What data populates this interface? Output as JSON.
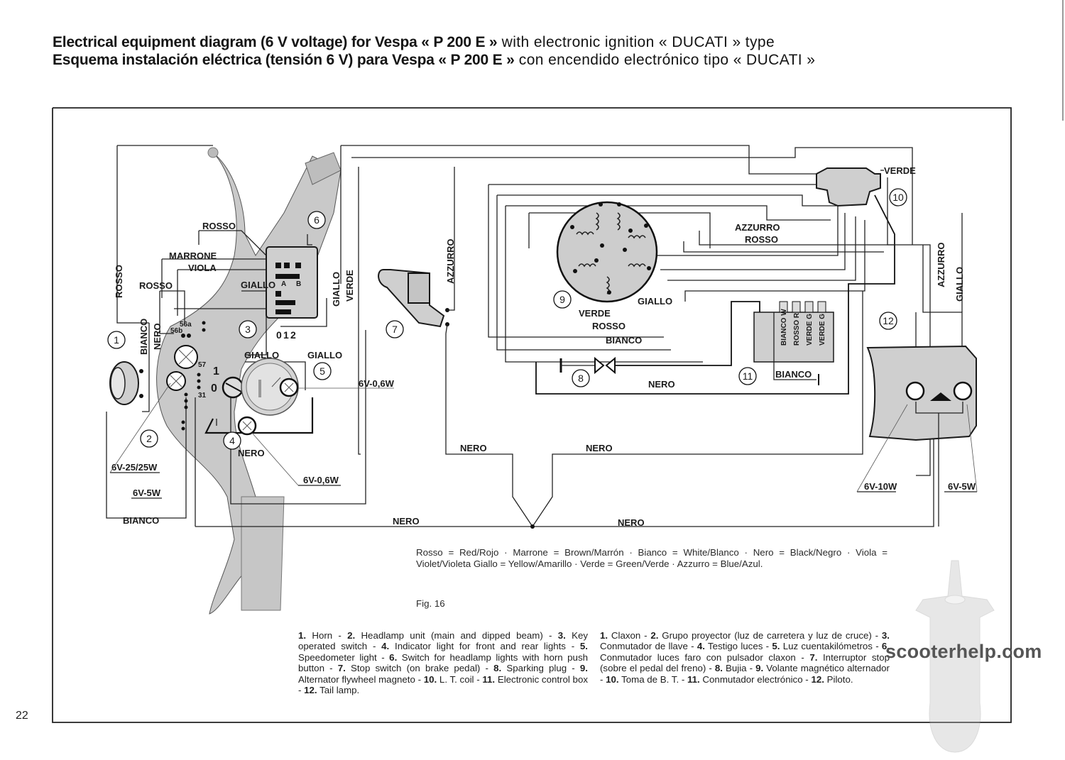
{
  "title": {
    "line1_bold": "Electrical equipment diagram (6 V voltage) for Vespa « P 200 E »",
    "line1_normal": " with electronic ignition « DUCATI » type",
    "line2_bold": "Esquema instalación eléctrica (tensión 6 V) para Vespa « P 200 E »",
    "line2_normal": " con encendido electrónico tipo « DUCATI »"
  },
  "page_number": "22",
  "figure_label": "Fig. 16",
  "color_legend": "Rosso = Red/Rojo · Marrone = Brown/Marrón · Bianco = White/Blanco · Nero = Black/Negro · Viola = Violet/Violeta   Giallo = Yellow/Amarillo · Verde = Green/Verde · Azzurro = Blue/Azul.",
  "components_en": [
    {
      "n": "1.",
      "label": "Horn"
    },
    {
      "n": "2.",
      "label": "Headlamp unit (main and dipped beam)"
    },
    {
      "n": "3.",
      "label": "Key operated switch"
    },
    {
      "n": "4.",
      "label": "Indicator light for front and rear lights"
    },
    {
      "n": "5.",
      "label": "Speedometer light"
    },
    {
      "n": "6.",
      "label": "Switch for headlamp lights with horn push button"
    },
    {
      "n": "7.",
      "label": "Stop switch (on brake pedal)"
    },
    {
      "n": "8.",
      "label": "Sparking plug"
    },
    {
      "n": "9.",
      "label": "Alternator flywheel magneto"
    },
    {
      "n": "10.",
      "label": "L. T. coil"
    },
    {
      "n": "11.",
      "label": "Electronic control box"
    },
    {
      "n": "12.",
      "label": "Tail lamp."
    }
  ],
  "components_es": [
    {
      "n": "1.",
      "label": "Claxon"
    },
    {
      "n": "2.",
      "label": "Grupo proyector (luz de carretera y luz de cruce)"
    },
    {
      "n": "3.",
      "label": "Conmutador de llave"
    },
    {
      "n": "4.",
      "label": "Testigo luces"
    },
    {
      "n": "5.",
      "label": "Luz cuentakilómetros"
    },
    {
      "n": "6.",
      "label": "Conmutador luces faro con pulsador claxon"
    },
    {
      "n": "7.",
      "label": "Interruptor stop (sobre el pedal del freno)"
    },
    {
      "n": "8.",
      "label": "Bujia"
    },
    {
      "n": "9.",
      "label": "Volante magnético alternador"
    },
    {
      "n": "10.",
      "label": "Toma de B. T."
    },
    {
      "n": "11.",
      "label": "Conmutador electrónico"
    },
    {
      "n": "12.",
      "label": "Piloto."
    }
  ],
  "watermark": "scooterhelp.com",
  "diagram": {
    "callouts": [
      "1",
      "2",
      "3",
      "4",
      "5",
      "6",
      "7",
      "8",
      "9",
      "10",
      "11",
      "12"
    ],
    "wire_labels": {
      "rosso": "ROSSO",
      "marrone": "MARRONE",
      "viola": "VIOLA",
      "giallo": "GIALLO",
      "verde": "VERDE",
      "bianco": "BIANCO",
      "nero": "NERO",
      "azzurro": "AZZURRO"
    },
    "ratings": {
      "headlamp": "6V-25/25W",
      "pilot": "6V-5W",
      "speedo": "6V-0,6W",
      "indicator": "6V-0,6W",
      "tail": "6V-10W",
      "stop": "6V-5W"
    },
    "switch6_positions": {
      "a": "A",
      "b": "B",
      "p0": "0",
      "p1": "1",
      "p2": "2"
    },
    "key_positions": {
      "on": "1",
      "off": "0"
    },
    "terminals": {
      "t56a": "56a",
      "t56b": "56b",
      "t57": "57",
      "t31": "31"
    },
    "box11_terminals": [
      "BIANCO W",
      "ROSSO R",
      "VERDE G",
      "VERDE G"
    ]
  }
}
